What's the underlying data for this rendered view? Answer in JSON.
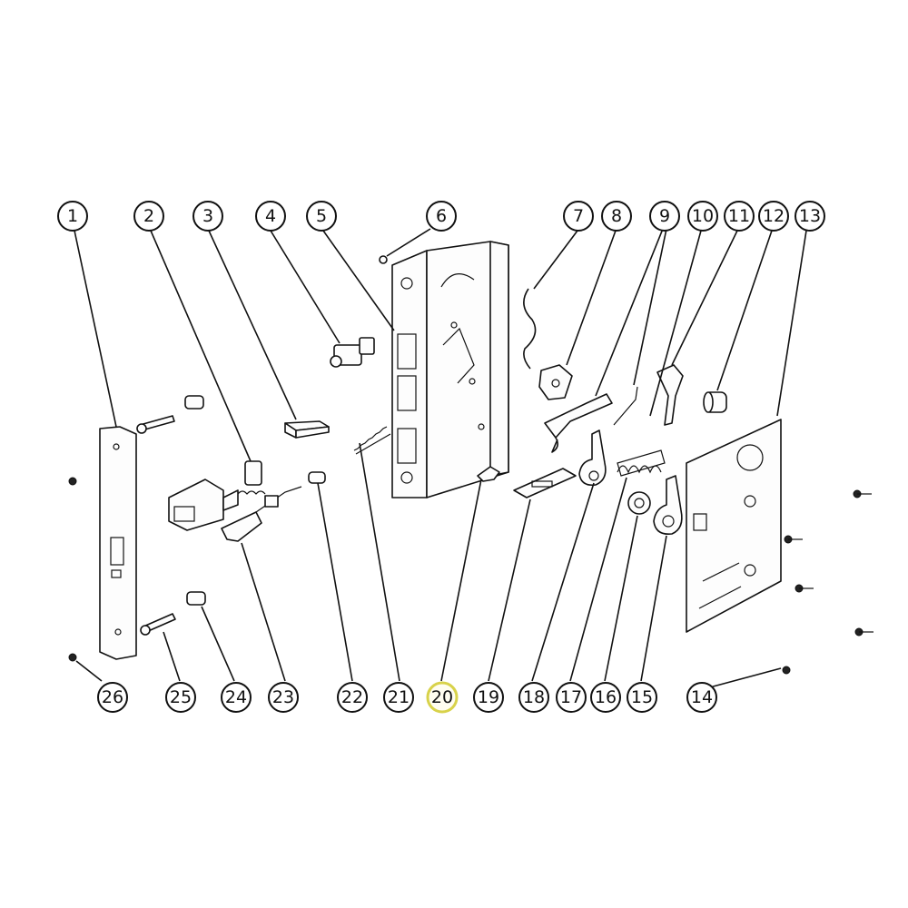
{
  "diagram": {
    "callouts": [
      {
        "id": "callout-1",
        "label": "1"
      },
      {
        "id": "callout-2",
        "label": "2"
      },
      {
        "id": "callout-3",
        "label": "3"
      },
      {
        "id": "callout-4",
        "label": "4"
      },
      {
        "id": "callout-5",
        "label": "5"
      },
      {
        "id": "callout-6",
        "label": "6"
      },
      {
        "id": "callout-7",
        "label": "7"
      },
      {
        "id": "callout-8",
        "label": "8"
      },
      {
        "id": "callout-9",
        "label": "9"
      },
      {
        "id": "callout-10",
        "label": "10"
      },
      {
        "id": "callout-11",
        "label": "11"
      },
      {
        "id": "callout-12",
        "label": "12"
      },
      {
        "id": "callout-13",
        "label": "13"
      },
      {
        "id": "callout-14",
        "label": "14"
      },
      {
        "id": "callout-15",
        "label": "15"
      },
      {
        "id": "callout-16",
        "label": "16"
      },
      {
        "id": "callout-17",
        "label": "17"
      },
      {
        "id": "callout-18",
        "label": "18"
      },
      {
        "id": "callout-19",
        "label": "19"
      },
      {
        "id": "callout-20",
        "label": "20",
        "highlighted": true
      },
      {
        "id": "callout-21",
        "label": "21"
      },
      {
        "id": "callout-22",
        "label": "22"
      },
      {
        "id": "callout-23",
        "label": "23"
      },
      {
        "id": "callout-24",
        "label": "24"
      },
      {
        "id": "callout-25",
        "label": "25"
      },
      {
        "id": "callout-26",
        "label": "26"
      }
    ],
    "colors": {
      "line": "#111111",
      "background": "#ffffff",
      "highlight": "#d8d24a"
    }
  }
}
